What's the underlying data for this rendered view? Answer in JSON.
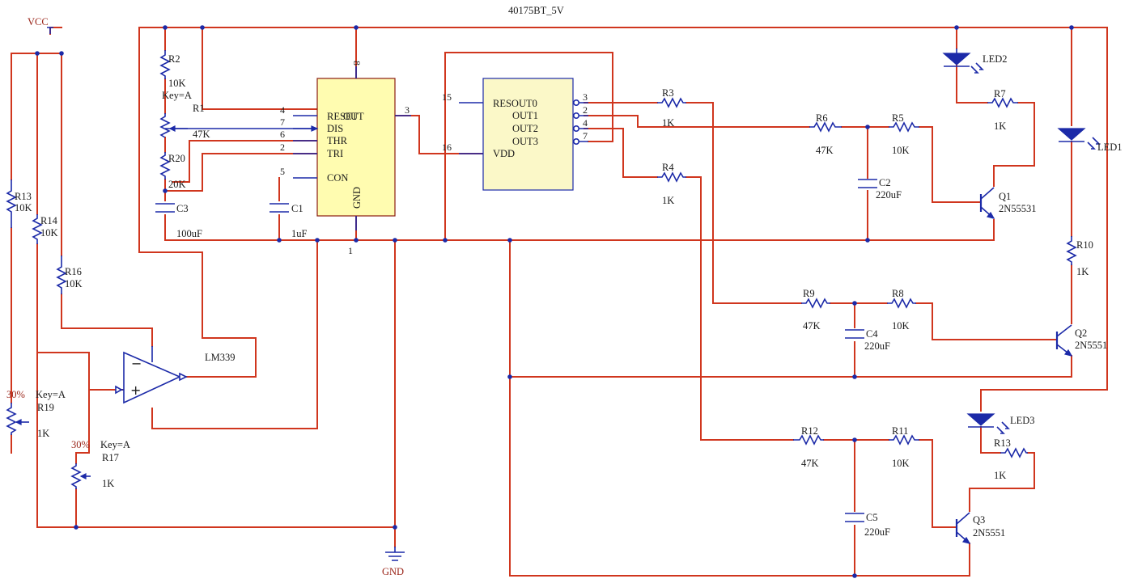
{
  "title": "40175BT_5V",
  "power": {
    "vcc": "VCC",
    "gnd": "GND"
  },
  "ne555": {
    "pins": {
      "reset": "4",
      "dis": "7",
      "thr": "6",
      "tri": "2",
      "con": "5",
      "out": "3",
      "vcc": "8",
      "gnd": "1"
    },
    "labels": {
      "reset": "RESET",
      "out": "OUT",
      "dis": "DIS",
      "thr": "THR",
      "tri": "TRI",
      "con": "CON",
      "gnd": "GND"
    }
  },
  "counter": {
    "pins": {
      "resout0": "3",
      "out1": "2",
      "out2": "4",
      "out3": "7",
      "in15": "15",
      "vdd": "16"
    },
    "labels": {
      "resout0": "RESOUT0",
      "out1": "OUT1",
      "out2": "OUT2",
      "out3": "OUT3",
      "vdd": "VDD"
    }
  },
  "opamp": {
    "name": "LM339",
    "minus": "−",
    "plus": "+"
  },
  "components": {
    "r1": {
      "name": "R1"
    },
    "r2": {
      "name": "R2",
      "value": "10K",
      "key": "Key=A"
    },
    "r20": {
      "name": "R20",
      "value": "20K"
    },
    "r47k": {
      "value": "47K"
    },
    "c3": {
      "name": "C3",
      "value": "100uF"
    },
    "c1": {
      "name": "C1",
      "value": "1uF"
    },
    "r3": {
      "name": "R3",
      "value": "1K"
    },
    "r4": {
      "name": "R4",
      "value": "1K"
    },
    "r5": {
      "name": "R5",
      "value": "10K"
    },
    "r6": {
      "name": "R6",
      "value": "47K"
    },
    "c2": {
      "name": "C2",
      "value": "220uF"
    },
    "r7": {
      "name": "R7",
      "value": "1K"
    },
    "led1": {
      "name": "LED1"
    },
    "led2": {
      "name": "LED2"
    },
    "led3": {
      "name": "LED3"
    },
    "q1": {
      "name": "Q1",
      "part": "2N55531"
    },
    "q2": {
      "name": "Q2",
      "part": "2N5551"
    },
    "q3": {
      "name": "Q3",
      "part": "2N5551"
    },
    "r8": {
      "name": "R8",
      "value": "10K"
    },
    "r9": {
      "name": "R9",
      "value": "47K"
    },
    "c4": {
      "name": "C4",
      "value": "220uF"
    },
    "r10": {
      "name": "R10",
      "value": "1K"
    },
    "r11": {
      "name": "R11",
      "value": "10K"
    },
    "r12": {
      "name": "R12",
      "value": "47K"
    },
    "c5": {
      "name": "C5",
      "value": "220uF"
    },
    "r13b": {
      "name": "R13",
      "value": "1K"
    },
    "r13": {
      "name": "R13",
      "value": "10K"
    },
    "r14": {
      "name": "R14",
      "value": "10K"
    },
    "r16": {
      "name": "R16",
      "value": "10K"
    },
    "r19": {
      "name": "R19",
      "value": "1K",
      "key": "Key=A",
      "pct": "30%"
    },
    "r17": {
      "name": "R17",
      "value": "1K",
      "key": "Key=A",
      "pct": "30%"
    }
  }
}
